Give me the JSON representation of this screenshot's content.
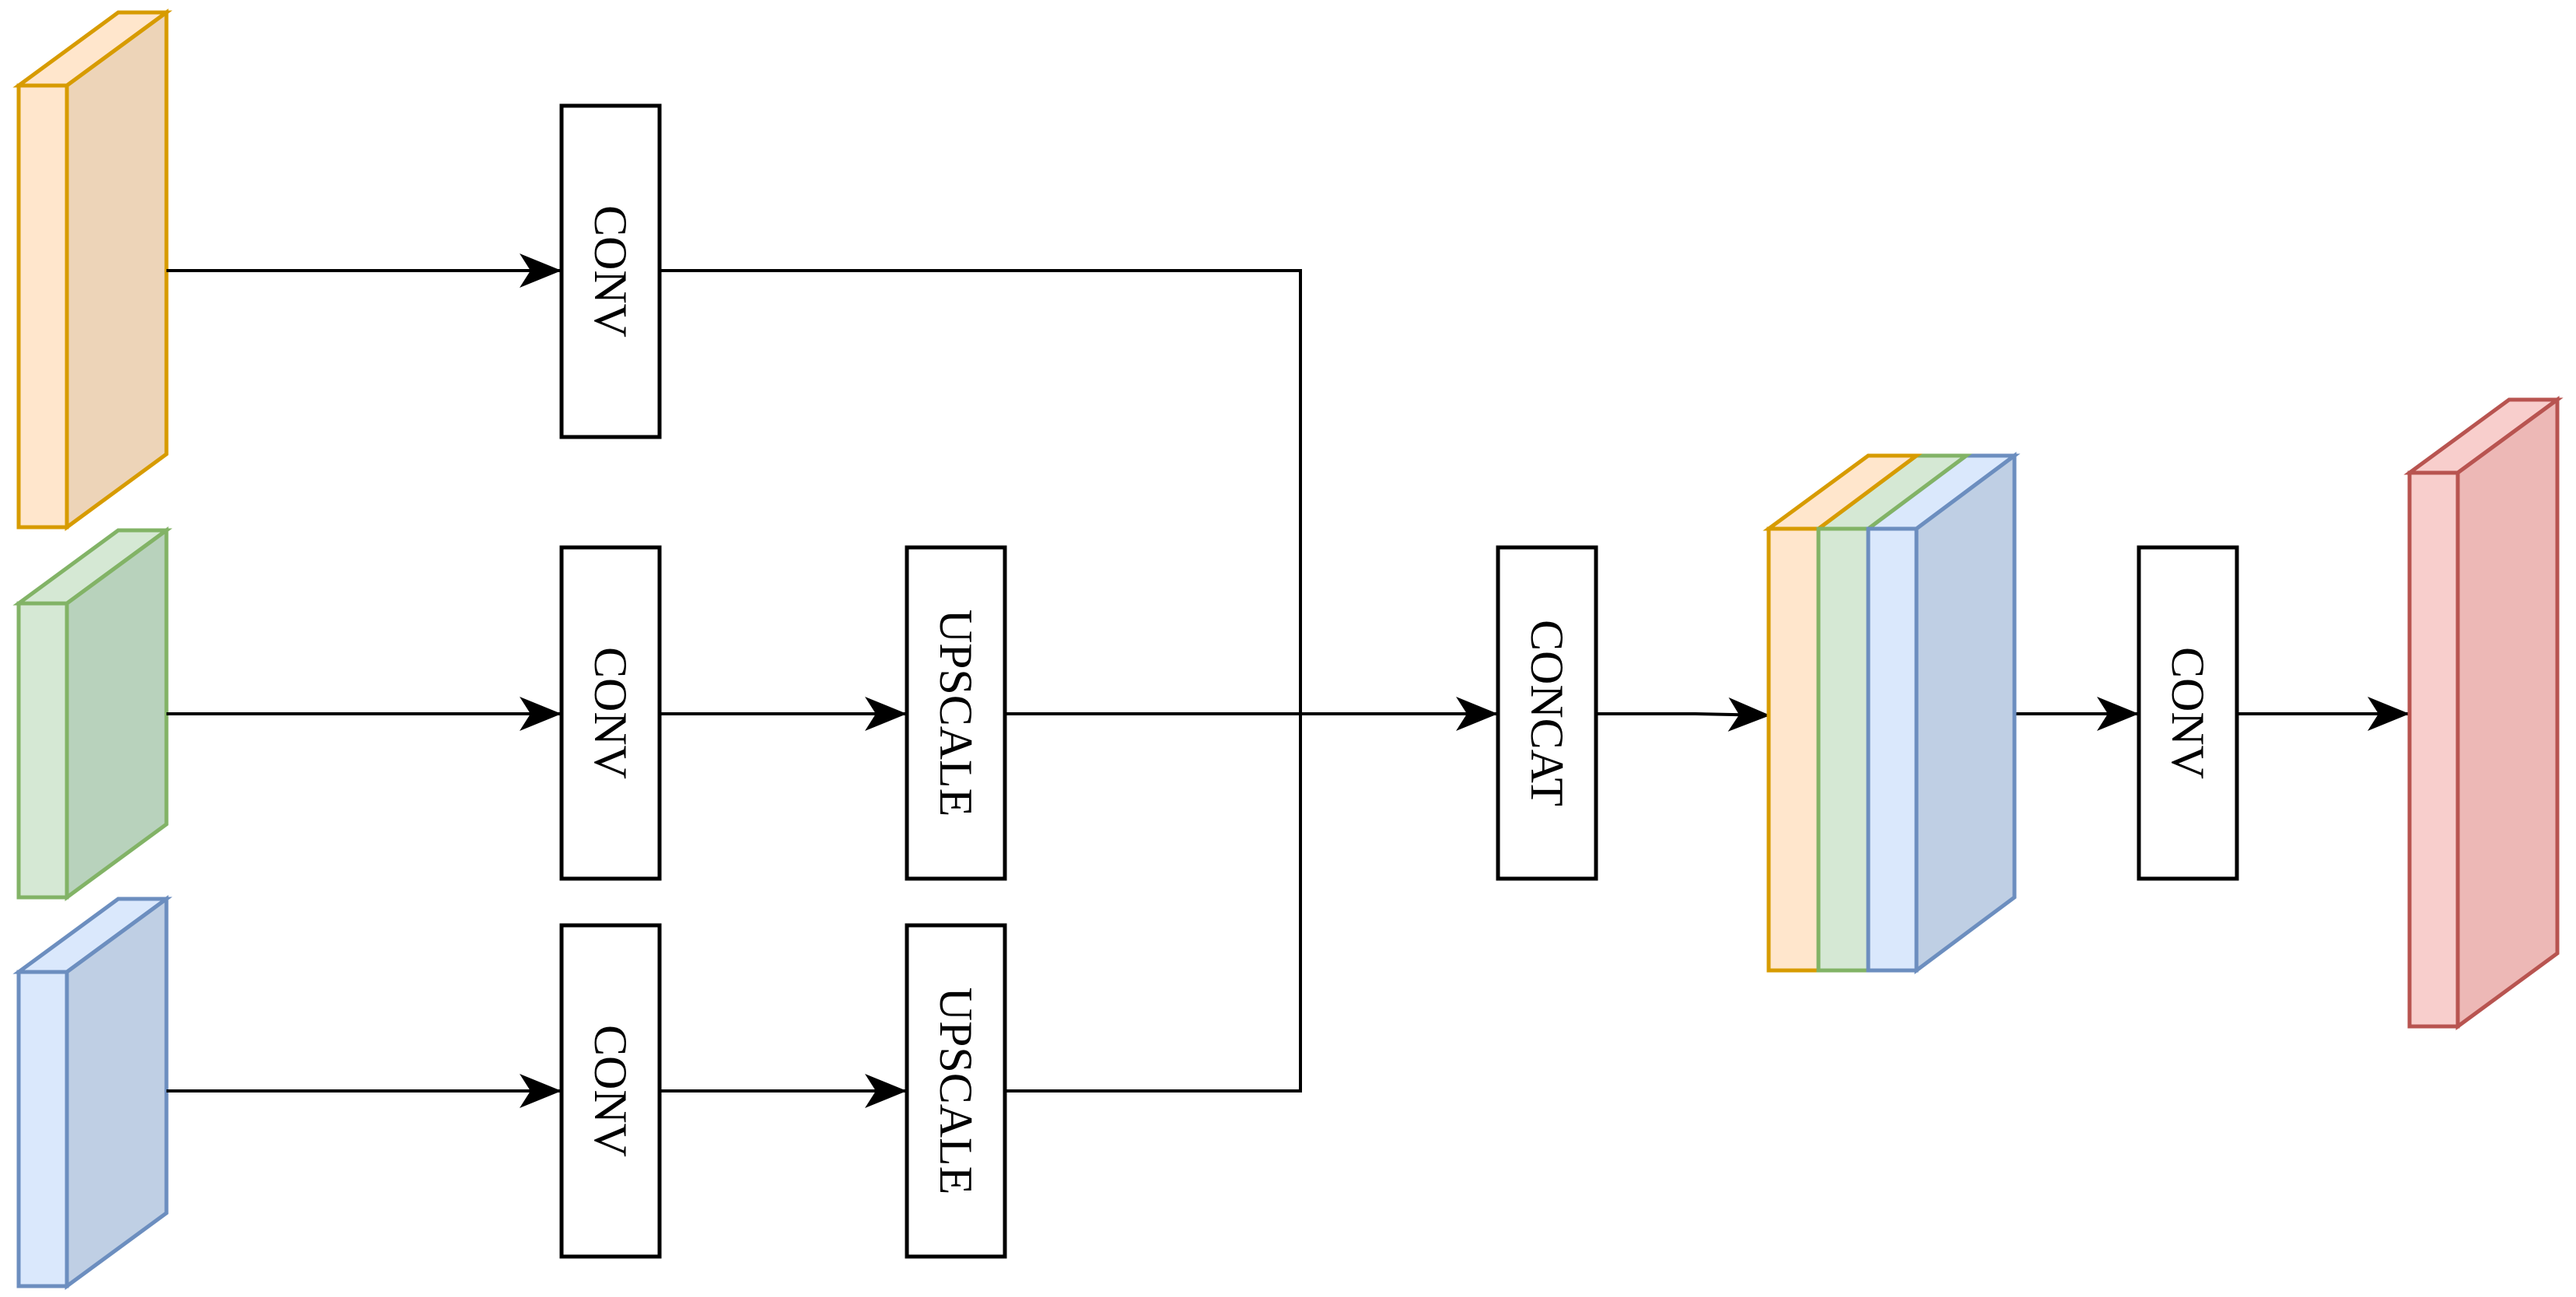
{
  "nodes": {
    "conv_top": "CONV",
    "conv_mid": "CONV",
    "conv_bot": "CONV",
    "upscale_mid": "UPSCALE",
    "upscale_bot": "UPSCALE",
    "concat": "CONCAT",
    "conv_out": "CONV"
  },
  "colors": {
    "stroke": "#000000",
    "orange_front": "#FFE6CC",
    "orange_side": "#EDD4B8",
    "orange_stroke": "#D79B00",
    "green_front": "#D5E8D4",
    "green_side": "#B8D2BC",
    "green_stroke": "#82B366",
    "blue_front": "#DAE8FC",
    "blue_side": "#BFCFE4",
    "blue_stroke": "#6C8EBF",
    "red_front": "#F8CECC",
    "red_side": "#EDB8B6",
    "red_stroke": "#B85450"
  }
}
